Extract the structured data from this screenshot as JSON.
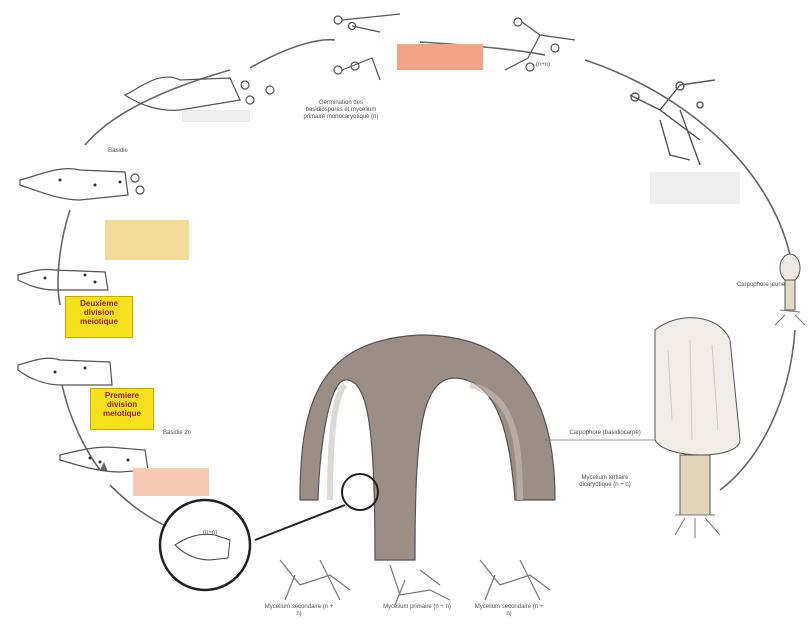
{
  "labels": {
    "basidiospores_germination": "Germination des basidiospores et mycelium primaire monocaryotique (n)",
    "basidie_top": "Basidie",
    "ploidy_top": "(n+n)",
    "carpophore_jeune": "Carpophore jeune",
    "carpophore": "Carpophore (basidiocarpe)",
    "mycelium_tertiaire": "Mycelium tertiaire dicaryotique (n + n)",
    "basidie_2n": "Basidie 2n",
    "circle_ploidy": "(n+n)",
    "mycelium_secondaire_left": "Mycelium secondaire (n + n)",
    "mycelium_primaire": "Mycelium primaire (n + n)",
    "mycelium_secondaire_right": "Mycelium secondaire (n + n)"
  },
  "highlight_boxes": {
    "second_division": "Deuxieme division meiotique",
    "first_division": "Premiere division meiotique"
  },
  "blank_label_colors": {
    "top_center": "#f0a488",
    "left_upper": "#f2dc9a",
    "left_lower": "#f7c9b0",
    "top_left": "#eeeeee",
    "right": "#eeeeee"
  }
}
